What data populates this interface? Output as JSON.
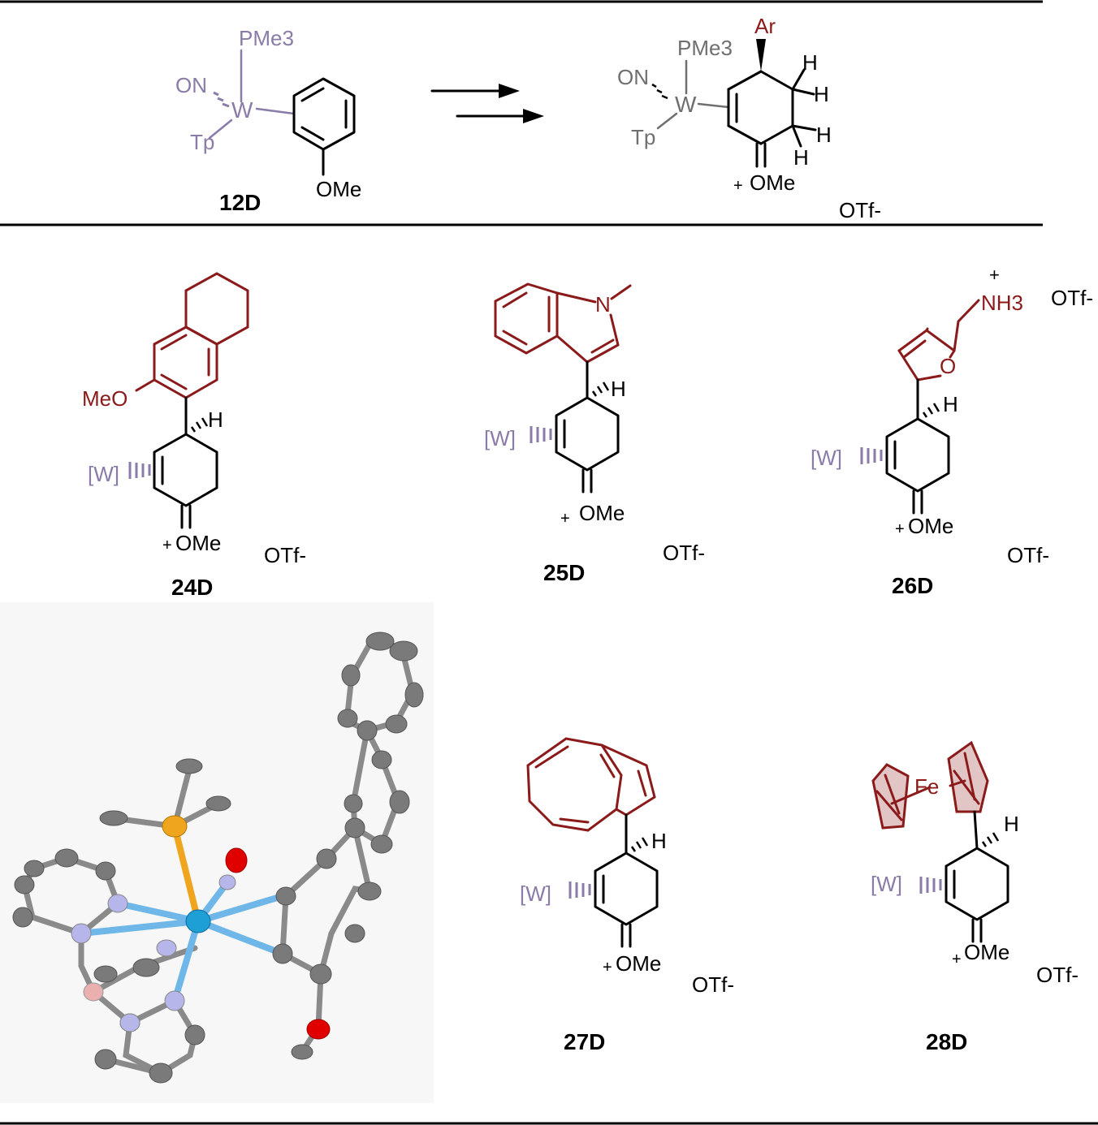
{
  "scheme": {
    "reactant": {
      "label": "12D",
      "phosphine": "PMe3",
      "nitrosyl": "ON",
      "metal": "W",
      "ligand_tp": "Tp",
      "substituent": "OMe"
    },
    "product": {
      "aryl": "Ar",
      "phosphine": "PMe3",
      "nitrosyl": "ON",
      "metal": "W",
      "ligand_tp": "Tp",
      "h_labels": [
        "H",
        "H",
        "H",
        "H"
      ],
      "charge": "+",
      "oxocarbenium": "OMe",
      "counterion": "OTf-"
    }
  },
  "compounds": [
    {
      "label": "24D",
      "substituent": "MeO",
      "metal": "[W]",
      "h": "H",
      "charge": "+",
      "oxocarbenium": "OMe",
      "counterion": "OTf-"
    },
    {
      "label": "25D",
      "heteroatom": "N",
      "metal": "[W]",
      "h": "H",
      "charge": "+",
      "oxocarbenium": "OMe",
      "counterion": "OTf-"
    },
    {
      "label": "26D",
      "ammonium_charge": "+",
      "ammonium": "NH3",
      "heteroatom": "O",
      "metal": "[W]",
      "h": "H",
      "charge": "+",
      "oxocarbenium": "OMe",
      "counterion": "OTf-"
    },
    {
      "label": "27D",
      "metal": "[W]",
      "h": "H",
      "charge": "+",
      "oxocarbenium": "OMe",
      "counterion": "OTf-"
    },
    {
      "label": "28D",
      "iron": "Fe",
      "metal": "[W]",
      "h": "H",
      "charge": "+",
      "oxocarbenium": "OMe",
      "counterion": "OTf-"
    }
  ],
  "colors": {
    "substituent_red": "#8b1a1a",
    "metal_purple": "#8a7ba8",
    "crystal_tungsten": "#1e9fd6",
    "crystal_phosphorus": "#f0a51e",
    "crystal_oxygen": "#e00000",
    "crystal_nitrogen": "#b6b6ea",
    "crystal_boron": "#eab0b0",
    "crystal_carbon": "#7a7a7a"
  }
}
